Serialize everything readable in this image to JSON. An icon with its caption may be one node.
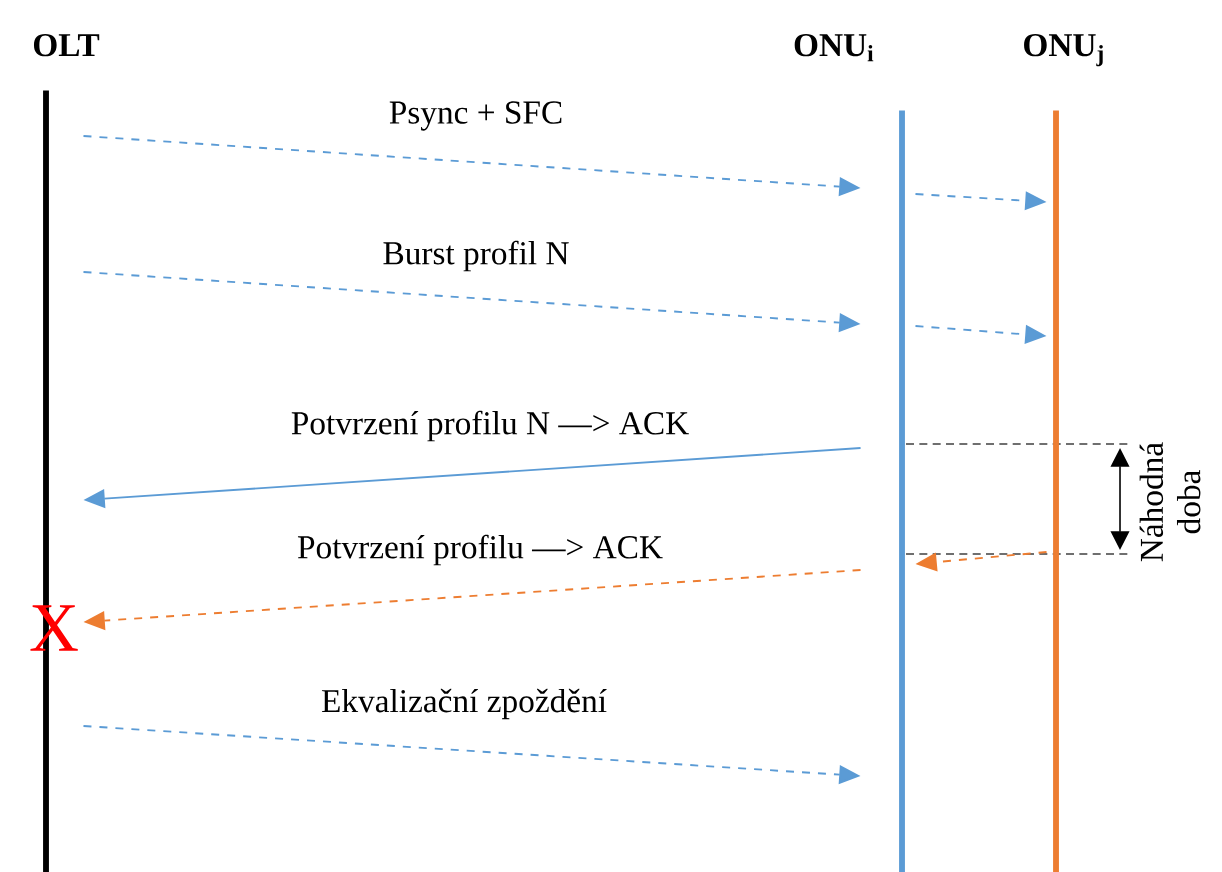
{
  "diagram": {
    "nodes": [
      {
        "text": [
          "OLT"
        ]
      },
      {
        "text": [
          "ONU$_{i}$"
        ]
      },
      {
        "text": [
          "ONU$_{j}$"
        ]
      }
    ],
    "edges": [
      {
        "from": 0,
        "to": 1,
        "arrow": "to",
        "label": "Psync + SFC",
        "style": "dashed"
      },
      {
        "from": 1,
        "to": 2,
        "arrow": "to",
        "style": "dashed"
      },
      {
        "from": 0,
        "to": 1,
        "arrow": "to",
        "label": "Burst profil N",
        "style": "dashed"
      },
      {
        "from": 1,
        "to": 2,
        "arrow": "to",
        "style": "dashed"
      },
      {
        "from": 1,
        "to": 0,
        "arrow": "to",
        "label": "Potvrzení profilu N —> ACK"
      },
      {
        "from": 2,
        "to": 1,
        "arrow": "to",
        "style": "dashed",
        "color": "#ed7d31"
      },
      {
        "from": 1,
        "to": 0,
        "arrow": "to",
        "label": "Potvrzení profilu —> ACK",
        "style": "dashed",
        "color": "#ed7d31"
      },
      {
        "from": 0,
        "to": 1,
        "arrow": "to",
        "label": "Ekvalizační zpoždění",
        "style": "dashed"
      }
    ],
    "labels": [
      "Náhodná doba",
      "X"
    ]
  }
}
